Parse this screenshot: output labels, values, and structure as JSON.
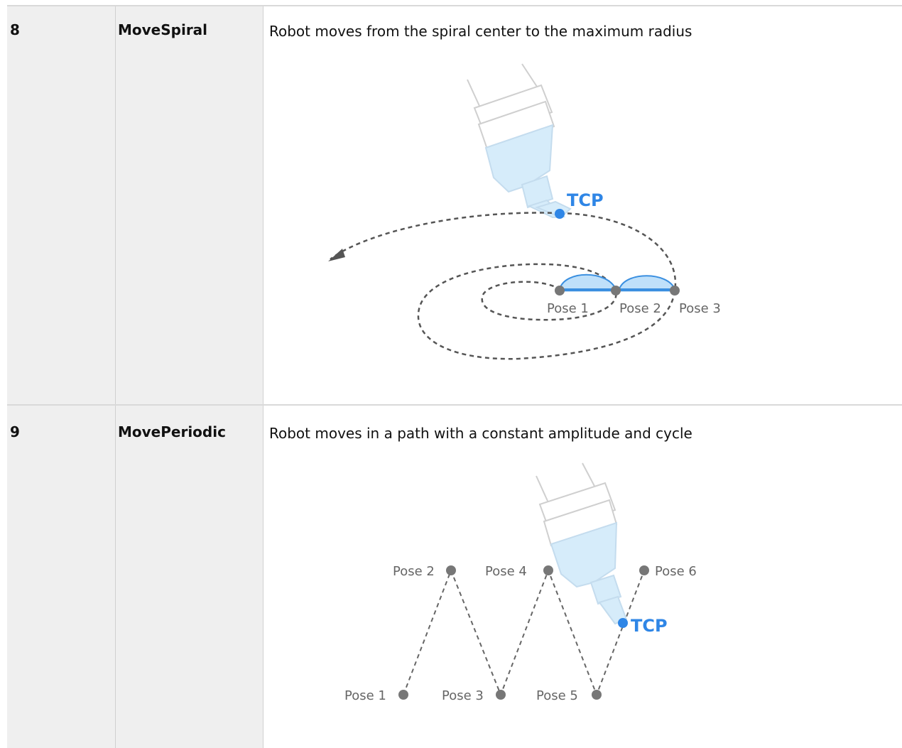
{
  "rows": [
    {
      "number": "8",
      "name": "MoveSpiral",
      "description": "Robot moves from the spiral center to the maximum radius",
      "figure": {
        "tcp_label": "TCP",
        "poses": [
          "Pose 1",
          "Pose 2",
          "Pose 3"
        ]
      }
    },
    {
      "number": "9",
      "name": "MovePeriodic",
      "description": "Robot moves in a path with a constant amplitude and cycle",
      "figure": {
        "tcp_label": "TCP",
        "poses": [
          "Pose 1",
          "Pose 2",
          "Pose 3",
          "Pose 4",
          "Pose 5",
          "Pose 6"
        ]
      }
    }
  ],
  "colors": {
    "tcp_blue": "#2f86e6",
    "pose_gray": "#777777",
    "tool_fill": "#d6ecfa",
    "header_bg": "#efefef"
  }
}
